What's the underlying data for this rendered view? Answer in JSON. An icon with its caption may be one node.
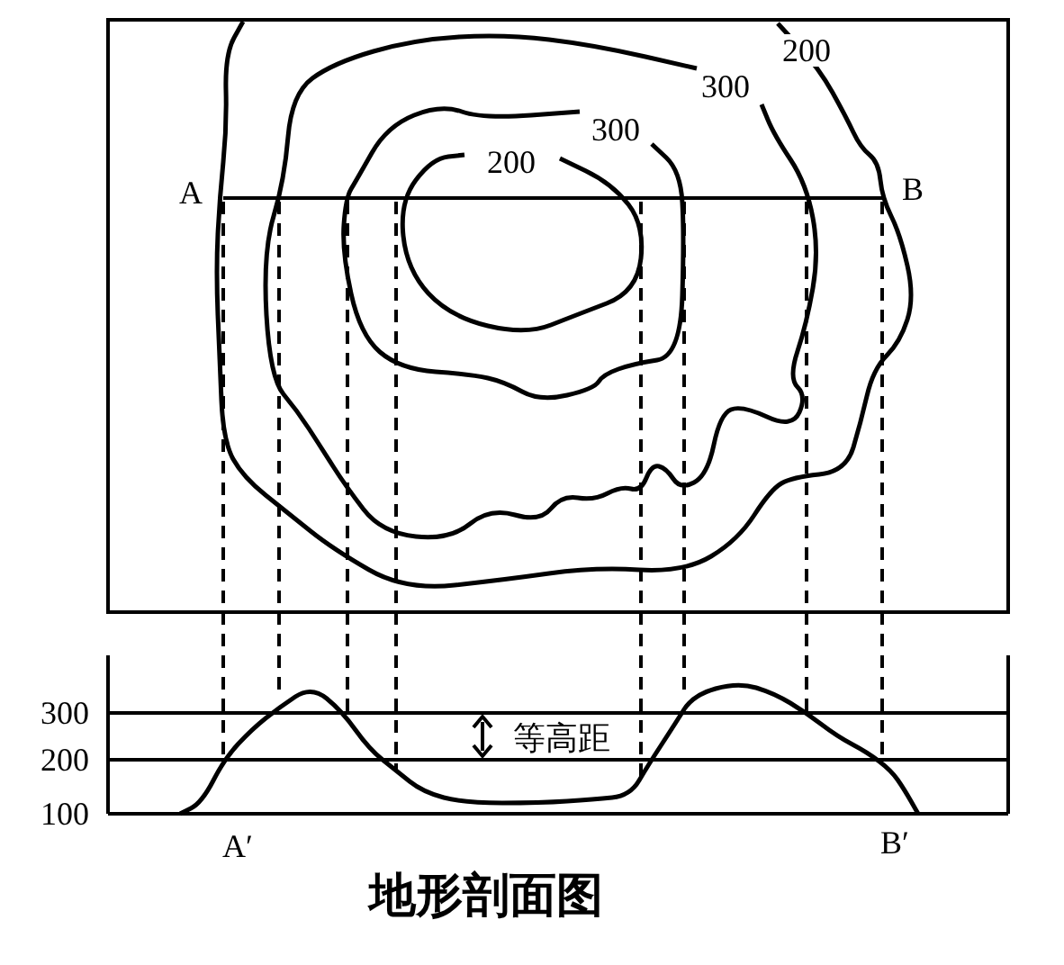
{
  "diagram": {
    "caption": "地形剖面图",
    "labels": [
      "200",
      "300",
      "300",
      "200",
      "A",
      "B",
      "300",
      "200",
      "100",
      "等高距",
      "A′",
      "B′"
    ]
  }
}
